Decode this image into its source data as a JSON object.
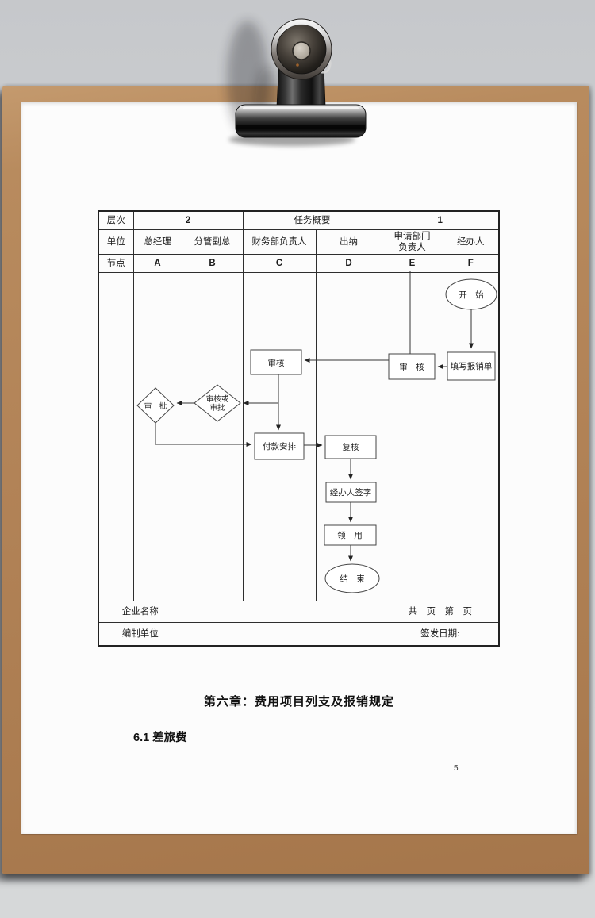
{
  "colors": {
    "background": "#cdcfd2",
    "board": "#b28357",
    "paper": "#fcfcfc",
    "line": "#333333"
  },
  "table": {
    "level_row": {
      "label": "层次",
      "left_group": "2",
      "middle_group": "任务概要",
      "right_group": "1"
    },
    "unit_row": {
      "label": "单位",
      "cells": [
        "总经理",
        "分管副总",
        "财务部负责人",
        "出纳",
        "申请部门\n负责人",
        "经办人"
      ]
    },
    "node_row": {
      "label": "节点",
      "cells": [
        "A",
        "B",
        "C",
        "D",
        "E",
        "F"
      ]
    },
    "footer": {
      "company_label": "企业名称",
      "pages_label": "共　页　第　页",
      "org_label": "编制单位",
      "date_label": "签发日期:"
    }
  },
  "flowchart": {
    "start": "开　始",
    "fill_form": "填写报销单",
    "review_dept": "审　核",
    "review_finance": "审核",
    "review_or_approve_line1": "审核或",
    "review_or_approve_line2": "审批",
    "approve": "审　批",
    "payment_arrange": "付款安排",
    "recheck": "复核",
    "handler_sign": "经办人签字",
    "receive": "领　用",
    "end": "结　束"
  },
  "document": {
    "chapter_heading": "第六章：费用项目列支及报销规定",
    "section_heading": "6.1 差旅费",
    "page_number": "5"
  }
}
